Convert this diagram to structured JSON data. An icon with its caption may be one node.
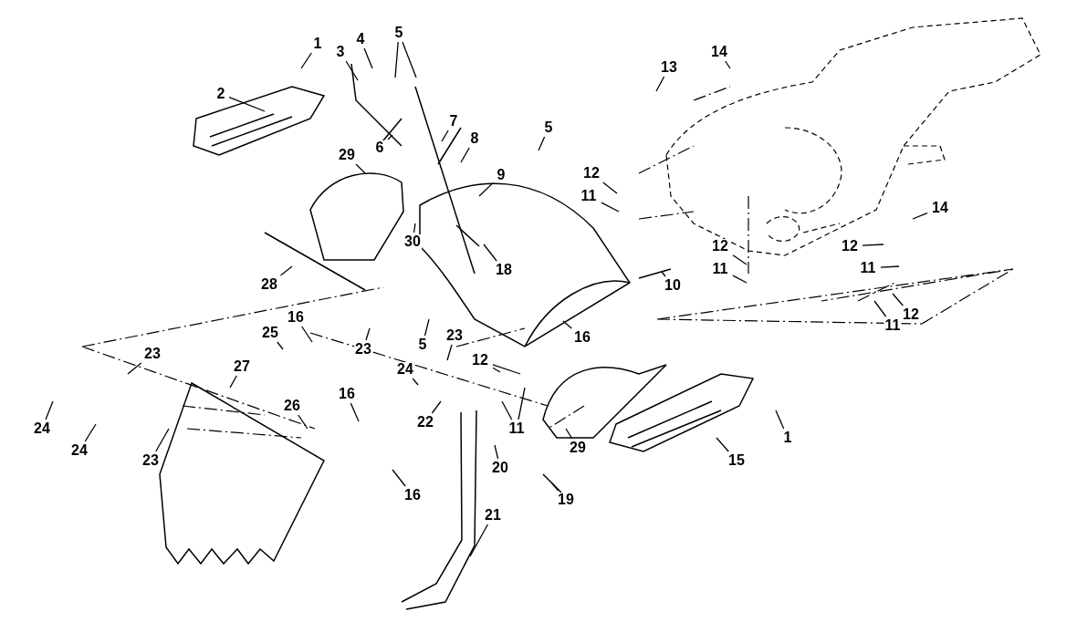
{
  "diagram": {
    "nodes": [
      {
        "text": [
          "1"
        ]
      },
      {
        "text": [
          "2"
        ]
      },
      {
        "text": [
          "3"
        ]
      },
      {
        "text": [
          "4"
        ]
      },
      {
        "text": [
          "5"
        ]
      },
      {
        "text": [
          "6"
        ]
      },
      {
        "text": [
          "7"
        ]
      },
      {
        "text": [
          "8"
        ]
      },
      {
        "text": [
          "9"
        ]
      },
      {
        "text": [
          "29"
        ]
      },
      {
        "text": [
          "30"
        ]
      },
      {
        "text": [
          "5"
        ]
      },
      {
        "text": [
          "13"
        ]
      },
      {
        "text": [
          "14"
        ]
      },
      {
        "text": [
          "12"
        ]
      },
      {
        "text": [
          "11"
        ]
      },
      {
        "text": [
          "18"
        ]
      },
      {
        "text": [
          "28"
        ]
      },
      {
        "text": [
          "10"
        ]
      },
      {
        "text": [
          "12"
        ]
      },
      {
        "text": [
          "11"
        ]
      },
      {
        "text": [
          "14"
        ]
      },
      {
        "text": [
          "12"
        ]
      },
      {
        "text": [
          "11"
        ]
      },
      {
        "text": [
          "11"
        ]
      },
      {
        "text": [
          "12"
        ]
      },
      {
        "text": [
          "16"
        ]
      },
      {
        "text": [
          "25"
        ]
      },
      {
        "text": [
          "23"
        ]
      },
      {
        "text": [
          "5"
        ]
      },
      {
        "text": [
          "16"
        ]
      },
      {
        "text": [
          "23"
        ]
      },
      {
        "text": [
          "23"
        ]
      },
      {
        "text": [
          "24"
        ]
      },
      {
        "text": [
          "12"
        ]
      },
      {
        "text": [
          "11"
        ]
      },
      {
        "text": [
          "27"
        ]
      },
      {
        "text": [
          "26"
        ]
      },
      {
        "text": [
          "16"
        ]
      },
      {
        "text": [
          "22"
        ]
      },
      {
        "text": [
          "24"
        ]
      },
      {
        "text": [
          "24"
        ]
      },
      {
        "text": [
          "23"
        ]
      },
      {
        "text": [
          "16"
        ]
      },
      {
        "text": [
          "20"
        ]
      },
      {
        "text": [
          "29"
        ]
      },
      {
        "text": [
          "15"
        ]
      },
      {
        "text": [
          "1"
        ]
      },
      {
        "text": [
          "19"
        ]
      },
      {
        "text": [
          "21"
        ]
      }
    ],
    "edges": [
      {
        "from": 0,
        "to": null,
        "arrow": "none"
      },
      {
        "from": 1,
        "to": null,
        "arrow": "none"
      },
      {
        "from": 2,
        "to": null,
        "arrow": "none"
      },
      {
        "from": 3,
        "to": null,
        "arrow": "none"
      },
      {
        "from": 4,
        "to": null,
        "arrow": "none"
      },
      {
        "from": 4,
        "to": null,
        "arrow": "none"
      },
      {
        "from": 5,
        "to": null,
        "arrow": "none"
      },
      {
        "from": 6,
        "to": null,
        "arrow": "none"
      },
      {
        "from": 7,
        "to": null,
        "arrow": "none"
      },
      {
        "from": 8,
        "to": null,
        "arrow": "none"
      },
      {
        "from": 9,
        "to": null,
        "arrow": "none"
      },
      {
        "from": 10,
        "to": null,
        "arrow": "none"
      },
      {
        "from": 11,
        "to": null,
        "arrow": "none"
      },
      {
        "from": 12,
        "to": null,
        "arrow": "none"
      },
      {
        "from": 13,
        "to": null,
        "arrow": "none"
      },
      {
        "from": 14,
        "to": null,
        "arrow": "none"
      },
      {
        "from": 15,
        "to": null,
        "arrow": "none"
      },
      {
        "from": 16,
        "to": null,
        "arrow": "none"
      },
      {
        "from": 17,
        "to": null,
        "arrow": "none"
      },
      {
        "from": 18,
        "to": null,
        "arrow": "none"
      },
      {
        "from": 19,
        "to": null,
        "arrow": "none"
      },
      {
        "from": 20,
        "to": null,
        "arrow": "none"
      },
      {
        "from": 21,
        "to": null,
        "arrow": "none"
      },
      {
        "from": 22,
        "to": null,
        "arrow": "none"
      },
      {
        "from": 23,
        "to": null,
        "arrow": "none"
      },
      {
        "from": 24,
        "to": null,
        "arrow": "none"
      },
      {
        "from": 25,
        "to": null,
        "arrow": "none"
      },
      {
        "from": 26,
        "to": null,
        "arrow": "none"
      },
      {
        "from": 27,
        "to": null,
        "arrow": "none"
      },
      {
        "from": 28,
        "to": null,
        "arrow": "none"
      },
      {
        "from": 29,
        "to": null,
        "arrow": "none"
      },
      {
        "from": 30,
        "to": null,
        "arrow": "none"
      },
      {
        "from": 31,
        "to": null,
        "arrow": "none"
      },
      {
        "from": 32,
        "to": null,
        "arrow": "none"
      },
      {
        "from": 33,
        "to": null,
        "arrow": "none"
      },
      {
        "from": 34,
        "to": null,
        "arrow": "none"
      },
      {
        "from": 34,
        "to": null,
        "arrow": "none"
      },
      {
        "from": 35,
        "to": null,
        "arrow": "none"
      },
      {
        "from": 35,
        "to": null,
        "arrow": "none"
      },
      {
        "from": 36,
        "to": null,
        "arrow": "none"
      },
      {
        "from": 37,
        "to": null,
        "arrow": "none"
      },
      {
        "from": 38,
        "to": null,
        "arrow": "none"
      },
      {
        "from": 39,
        "to": null,
        "arrow": "none"
      },
      {
        "from": 40,
        "to": null,
        "arrow": "none"
      },
      {
        "from": 41,
        "to": null,
        "arrow": "none"
      },
      {
        "from": 42,
        "to": null,
        "arrow": "none"
      },
      {
        "from": 43,
        "to": null,
        "arrow": "none"
      },
      {
        "from": 44,
        "to": null,
        "arrow": "none"
      },
      {
        "from": 45,
        "to": null,
        "arrow": "none"
      },
      {
        "from": 46,
        "to": null,
        "arrow": "none"
      },
      {
        "from": 47,
        "to": null,
        "arrow": "none"
      },
      {
        "from": 48,
        "to": null,
        "arrow": "none"
      },
      {
        "from": 49,
        "to": null,
        "arrow": "none"
      }
    ]
  }
}
